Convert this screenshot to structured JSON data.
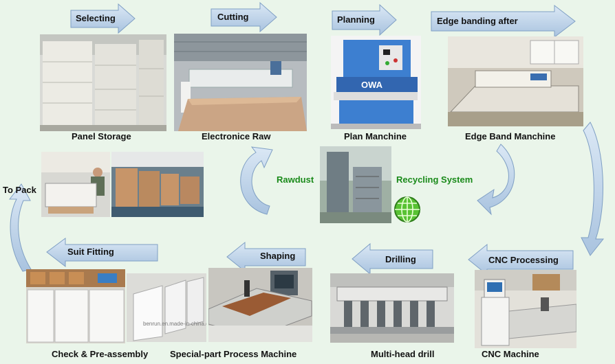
{
  "colors": {
    "background": "#eaf5ea",
    "arrow_fill": "#b8cfe6",
    "arrow_stroke": "#7f9fc4",
    "label_green": "#1a8a1a"
  },
  "top_arrows": [
    "Selecting",
    "Cutting",
    "Planning",
    "Edge banding after"
  ],
  "bottom_arrows": [
    "Suit Fitting",
    "Shaping",
    "Drilling",
    "CNC Processing"
  ],
  "captions": {
    "panel_storage": "Panel Storage",
    "electronic_raw": "Electronice Raw",
    "plan_machine": "Plan Manchine",
    "edge_band_machine": "Edge Band Manchine",
    "cnc_machine": "CNC Machine",
    "multi_head_drill": "Multi-head drill",
    "special_part": "Special-part Process Machine",
    "check_pre_assembly": "Check & Pre-assembly",
    "to_pack": "To Pack"
  },
  "center": {
    "left_label": "Rawdust",
    "right_label": "Recycling System",
    "globe_icon": "globe-icon"
  },
  "photo_text": {
    "plan_brand": "OWA",
    "watermark": "benrun.en.made-in-china.com"
  }
}
